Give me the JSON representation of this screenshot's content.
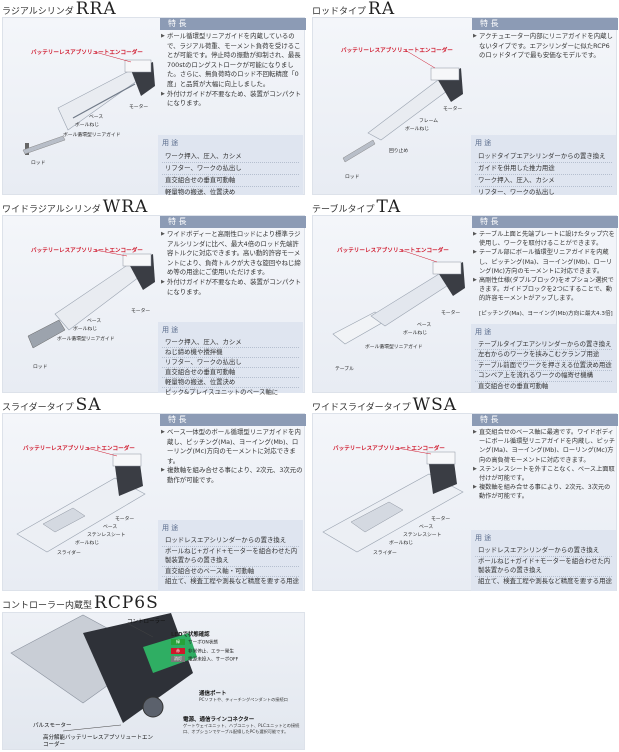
{
  "common": {
    "feature_header": "特 長",
    "use_header": "用 途",
    "encoder_label": "バッテリーレスアブソリュートエンコーダー"
  },
  "rra": {
    "prefix": "ラジアルシリンダ",
    "model": "RRA",
    "features": [
      "ボール循環型リニアガイドを内蔵しているので、ラジアル荷重、モーメント負荷を受けることが可能です。停止時の振動が抑制され、最長700stのロングストロークが可能になりました。さらに、無負荷時のロッド不回転精度「0度」と品質が大幅に向上しました。",
      "外付けガイドが不要なため、装置がコンパクトになります。"
    ],
    "uses": [
      "ワーク押入、圧入、カシメ",
      "リフター、ワークの払出し",
      "直交組合せの垂直可動軸",
      "軽量物の搬送、位置決め"
    ],
    "labels": {
      "rod": "ロッド",
      "guide": "ボール循環型リニアガイド",
      "screw": "ボールねじ",
      "base": "ベース",
      "motor": "モーター"
    }
  },
  "ra": {
    "prefix": "ロッドタイプ",
    "model": "RA",
    "features": [
      "アクチュエーター内部にリニアガイドを内蔵しないタイプです。エアシリンダーに似たRCP6のロッドタイプで最も安価なモデルです。"
    ],
    "uses": [
      "ロッドタイプエアシリンダーからの置き換え",
      "ガイドを併用した推力用途",
      "ワーク押入、圧入、カシメ",
      "リフター、ワークの払出し"
    ],
    "labels": {
      "rod": "ロッド",
      "stop": "回り止め",
      "screw": "ボールねじ",
      "frame": "フレーム",
      "motor": "モーター"
    }
  },
  "wra": {
    "prefix": "ワイドラジアルシリンダ",
    "model": "WRA",
    "features": [
      "ワイドボディーと高剛性ロッドにより標準ラジアルシリンダに比べ、最大4倍のロッド先端許容トルクに対応できます。高い動的許容モーメントにより、負荷トルクが大きな旋回やねじ締め等の用途にご使用いただけます。",
      "外付けガイドが不要なため、装置がコンパクトになります。"
    ],
    "uses": [
      "ワーク押入、圧入、カシメ",
      "ねじ締め機や攪拌機",
      "リフター、ワークの払出し",
      "直交組合せの垂直可動軸",
      "軽量物の搬送、位置決め",
      "ピック&プレイスユニットのベース軸に"
    ],
    "labels": {
      "rod": "ロッド",
      "guide": "ボール循環型リニアガイド",
      "screw": "ボールねじ",
      "base": "ベース",
      "motor": "モーター"
    }
  },
  "ta": {
    "prefix": "テーブルタイプ",
    "model": "TA",
    "features": [
      "テーブル上面と先端プレートに設けたタップ穴を使用し、ワークを取付けることができます。",
      "テーブル部にボール循環型リニアガイドを内蔵し、ピッチング(Ma)、ヨーイング(Mb)、ローリング(Mc)方向のモーメントに対応できます。",
      "高剛性仕様(ダブルブロック)をオプション選択できます。ガイドブロックを2つにすることで、動的許容モーメントがアップします。"
    ],
    "note": "[ピッチング(Ma)、ヨーイング(Mb)方向に最大4.3倍]",
    "uses": [
      "テーブルタイプエアシリンダーからの置き換え",
      "左右からのワークを挟みこむクランプ用途",
      "テーブル前面でワークを押さえる位置決め用途",
      "コンベア上を流れるワークの幅寄せ機構",
      "直交組合せの垂直可動軸"
    ],
    "labels": {
      "table": "テーブル",
      "guide": "ボール循環型リニアガイド",
      "screw": "ボールねじ",
      "base": "ベース",
      "motor": "モーター"
    }
  },
  "sa": {
    "prefix": "スライダータイプ",
    "model": "SA",
    "features": [
      "ベース一体型のボール循環型リニアガイドを内蔵し、ピッチング(Ma)、ヨーイング(Mb)、ローリング(Mc)方向のモーメントに対応できます。",
      "複数軸を組み合せる事により、2次元、3次元の動作が可能です。"
    ],
    "uses": [
      "ロッドレスエアシリンダーからの置き換え",
      "ボールねじ+ガイド+モーターを組合わせた内製装置からの置き換え",
      "直交組合せのベース軸・可動軸",
      "組立て、検査工程や測長など精度を要する用途"
    ],
    "labels": {
      "slider": "スライダー",
      "screw": "ボールねじ",
      "sheet": "ステンレスシート",
      "base": "ベース",
      "motor": "モーター"
    }
  },
  "wsa": {
    "prefix": "ワイドスライダータイプ",
    "model": "WSA",
    "features": [
      "直交組合せのベース軸に最適です。ワイドボディーにボール循環型リニアガイドを内蔵し、ピッチング(Ma)、ヨーイング(Mb)、ローリング(Mc)方向の高負荷モーメントに対応できます。",
      "ステンレスシートを外すことなく、ベース上面取付けが可能です。",
      "複数軸を組み合せる事により、2次元、3次元の動作が可能です。"
    ],
    "uses": [
      "ロッドレスエアシリンダーからの置き換え",
      "ボールねじ+ガイド+モーターを組合わせた内製装置からの置き換え",
      "組立て、検査工程や測長など精度を要する用途"
    ],
    "labels": {
      "slider": "スライダー",
      "screw": "ボールねじ",
      "sheet": "ステンレスシート",
      "base": "ベース",
      "motor": "モーター"
    }
  },
  "rcp6s": {
    "prefix": "コントローラー内蔵型",
    "model": "RCP6S",
    "controller": "コントローラー",
    "led_title": "LEDで状態確認",
    "led": [
      {
        "color": "#27a23a",
        "text": "サーボON状態"
      },
      {
        "color": "#d0172b",
        "text": "非常停止、エラー発生"
      },
      {
        "color": "#7a7a7a",
        "text": "電源未投入、サーボOFF"
      }
    ],
    "led_codes": [
      "緑",
      "赤",
      "消灯"
    ],
    "comm": "通信ポート",
    "comm_sub": "PCソフトや、ティーチングペンダントの接続口",
    "power": "電源、通信ラインコネクター",
    "power_sub": "ゲートウェイユニット、ハブユニット、PLCユニットとの接続口、オプションでケーブル配線したPCも選択可能です。",
    "pulse": "パルスモーター",
    "encoder": "高分解能バッテリーレスアブソリュートエンコーダー"
  }
}
